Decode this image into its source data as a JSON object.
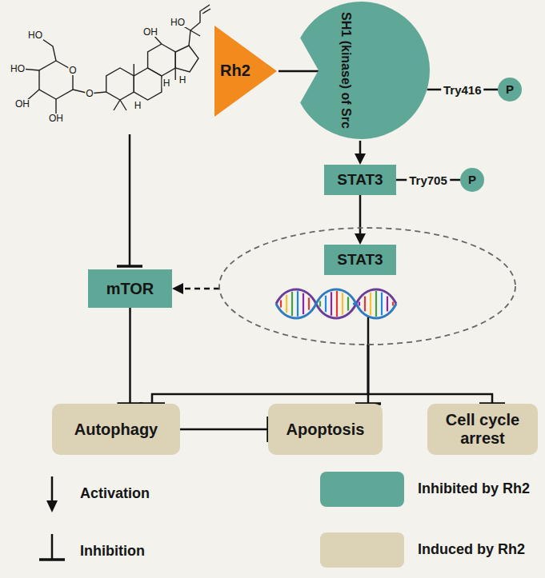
{
  "diagram": {
    "nodes": [
      {
        "text": [
          "Rh2"
        ]
      },
      {
        "text": [
          "SH1 (kinase) of Src"
        ]
      },
      {
        "text": [
          "P"
        ]
      },
      {
        "text": [
          "STAT3"
        ]
      },
      {
        "text": [
          "P"
        ]
      },
      {
        "text": []
      },
      {
        "text": [
          "STAT3"
        ],
        "in": 5
      },
      {
        "text": [
          "mTOR"
        ]
      },
      {
        "text": [
          "Autophagy"
        ]
      },
      {
        "text": [
          "Apoptosis"
        ]
      },
      {
        "text": [
          "Cell cycle arrest"
        ]
      }
    ],
    "edges": [
      {
        "from": 0,
        "to": 1,
        "arrow": "none"
      },
      {
        "from": 1,
        "to": 2,
        "arrow": "none",
        "label": "Try416"
      },
      {
        "from": 1,
        "to": 3,
        "arrow": "to"
      },
      {
        "from": 3,
        "to": 4,
        "arrow": "none",
        "label": "Try705"
      },
      {
        "from": 3,
        "to": 6,
        "arrow": "to"
      },
      {
        "from": 5,
        "to": 7,
        "arrow": "to"
      },
      {
        "from": 7,
        "to": 8,
        "arrow": "to"
      },
      {
        "from": 5,
        "to": 8,
        "arrow": "to"
      },
      {
        "from": 5,
        "to": 9,
        "arrow": "to"
      },
      {
        "from": 5,
        "to": 10,
        "arrow": "to"
      },
      {
        "from": 8,
        "to": 9,
        "arrow": "to"
      }
    ],
    "labels": [
      "HO",
      "OH",
      "HO",
      "HO",
      "O",
      "O",
      "OH",
      "OH",
      "H",
      "H",
      "H"
    ],
    "legend": [
      {
        "text": "Activation"
      },
      {
        "text": "Inhibited by Rh2",
        "color": "#5fa898"
      },
      {
        "text": "Inhibition"
      },
      {
        "text": "Induced by Rh2",
        "color": "#dcd2b6"
      }
    ]
  }
}
